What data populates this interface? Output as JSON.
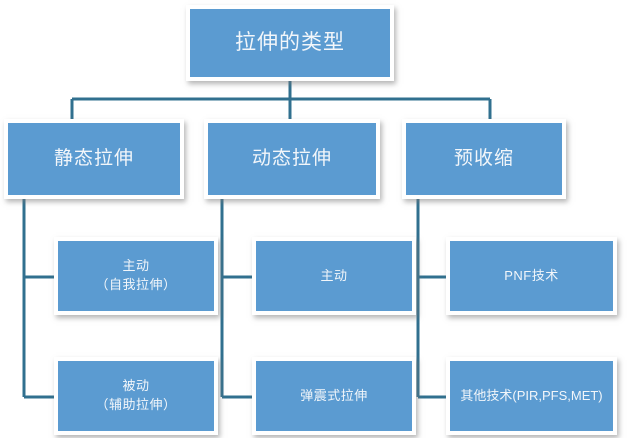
{
  "diagram": {
    "type": "org-chart",
    "title": "拉伸的类型",
    "accent_color": "#5b9bd1",
    "line_color": "#31708f",
    "text_color": "#f2f6fa",
    "background_color": "#ffffff",
    "root": {
      "id": "root",
      "label": "拉伸的类型"
    },
    "branches": [
      {
        "id": "static",
        "label": "静态拉伸",
        "children": [
          {
            "id": "static-active",
            "label": "主动\n（自我拉伸）"
          },
          {
            "id": "static-passive",
            "label": "被动\n（辅助拉伸）"
          }
        ]
      },
      {
        "id": "dynamic",
        "label": "动态拉伸",
        "children": [
          {
            "id": "dynamic-active",
            "label": "主动"
          },
          {
            "id": "dynamic-ballistic",
            "label": "弹震式拉伸"
          }
        ]
      },
      {
        "id": "preshorten",
        "label": "预收缩",
        "children": [
          {
            "id": "pnf",
            "label": "PNF技术"
          },
          {
            "id": "other-tech",
            "label": "其他技术(PIR,PFS,MET)"
          }
        ]
      }
    ]
  }
}
